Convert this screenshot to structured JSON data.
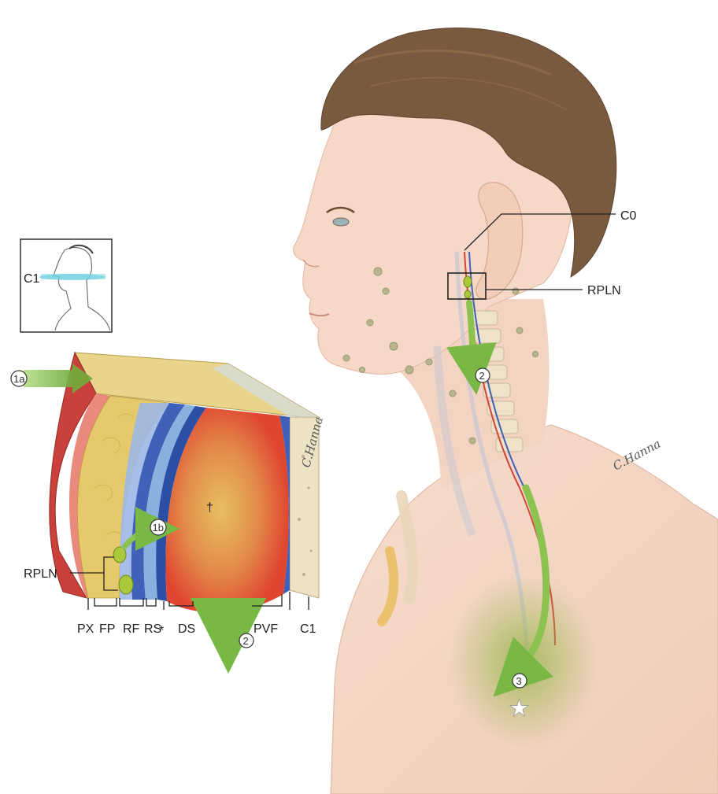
{
  "colors": {
    "skin": "#f4d6c6",
    "hair": "#7a5a3e",
    "muscle": "#d8463a",
    "fat": "#e6c96a",
    "fascia_blue": "#3f62b8",
    "node_green": "#a9c93a",
    "arrow_green": "#8cc350",
    "bone": "#e9dcbc",
    "spread_glow": "#9bbb4e"
  },
  "labels": {
    "c0": "C0",
    "rpln_right": "RPLN",
    "rpln_left": "RPLN",
    "inset_level": "C1",
    "marker_1a": "1a",
    "marker_1b": "1b",
    "marker_2_block": "2",
    "marker_2_neck": "2",
    "marker_3": "3",
    "dagger": "†",
    "star": "★",
    "signature_block": "C.Hanna",
    "signature_neck": "C.Hanna"
  },
  "bottom_labels": [
    "PX",
    "FP",
    "RF",
    "RS",
    "*",
    "DS",
    "PVF",
    "C1"
  ]
}
